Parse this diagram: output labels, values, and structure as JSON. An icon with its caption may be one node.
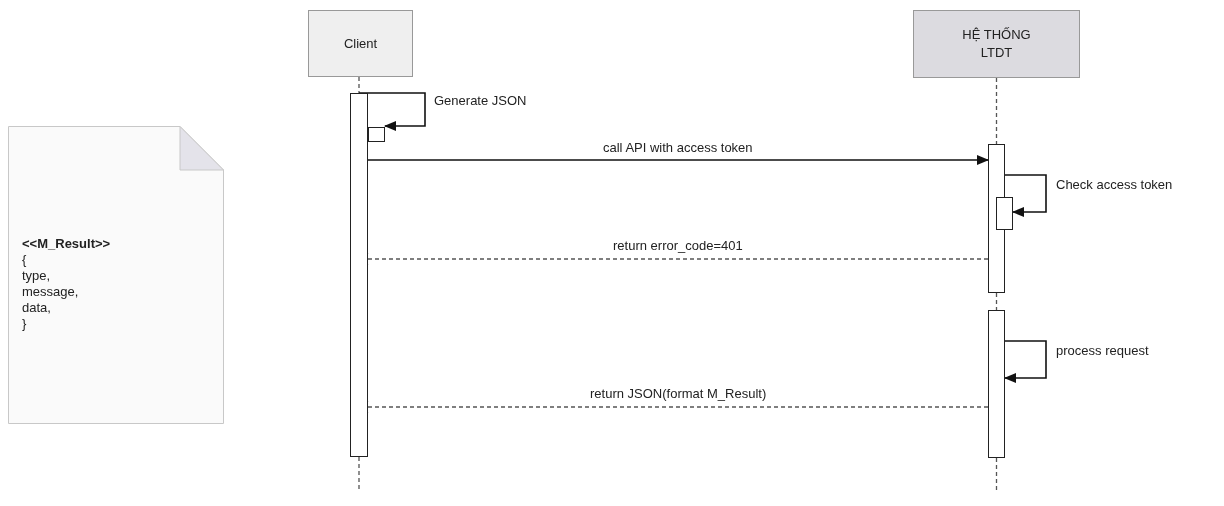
{
  "diagram": {
    "nodes": [
      {
        "text": [
          "<<M_Result>>",
          "{",
          "type,",
          "message,",
          "data,",
          "}"
        ]
      },
      {
        "text": [
          "Client"
        ]
      },
      {
        "text": [
          "HỆ THỐNG LTDT"
        ]
      },
      {
        "text": [],
        "shape": "bar"
      },
      {
        "text": [],
        "shape": "bar"
      },
      {
        "text": [],
        "shape": "bar"
      },
      {
        "text": [],
        "shape": "bar"
      },
      {
        "text": [],
        "shape": "bar"
      }
    ],
    "edges": [
      {
        "from": 1,
        "to": 3,
        "arrow": "none",
        "style": "dashed"
      },
      {
        "from": 2,
        "to": 5,
        "arrow": "none",
        "style": "dashed"
      },
      {
        "from": 5,
        "to": 7,
        "arrow": "none",
        "style": "dashed"
      },
      {
        "from": 3,
        "to": 4,
        "arrow": "to",
        "label": "Generate JSON"
      },
      {
        "from": 3,
        "to": 5,
        "arrow": "to",
        "label": "call API with access token"
      },
      {
        "from": 5,
        "to": 6,
        "arrow": "to",
        "label": "Check access token"
      },
      {
        "from": 5,
        "to": 3,
        "arrow": "to",
        "label": "return error_code=401",
        "style": "dashed"
      },
      {
        "from": 7,
        "to": 7,
        "arrow": "to",
        "label": "process request"
      },
      {
        "from": 7,
        "to": 3,
        "arrow": "to",
        "label": "return JSON(format M_Result)",
        "style": "dashed"
      },
      {
        "from": 3,
        "to": null,
        "arrow": "none",
        "style": "dashed"
      },
      {
        "from": 7,
        "to": null,
        "arrow": "none",
        "style": "dashed"
      }
    ]
  }
}
